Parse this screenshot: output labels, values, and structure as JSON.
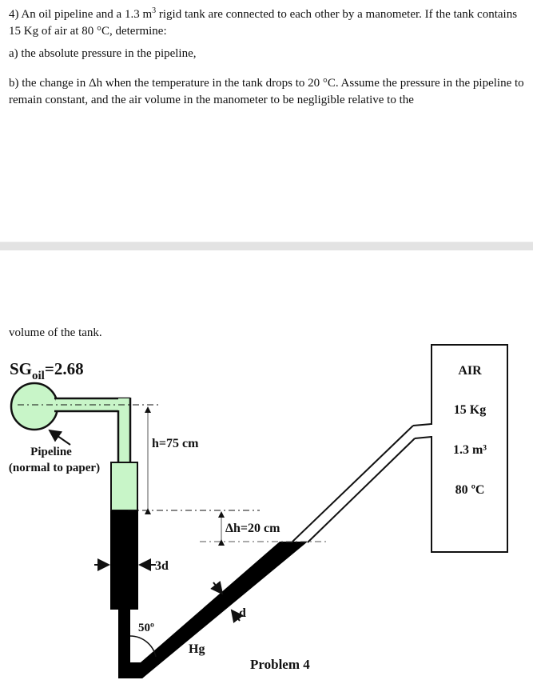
{
  "problem": {
    "intro_part1": "4) An oil pipeline and a 1.3 m",
    "intro_sup": "3",
    "intro_part2": " rigid tank are connected to each other by a manometer. If the tank contains 15 Kg of air at 80 °C, determine:",
    "part_a": "a) the absolute pressure in the pipeline,",
    "part_b": "b) the change in Δh when the temperature in the tank drops to 20 °C. Assume the pressure in the pipeline to remain constant, and the air volume in the manometer to be negligible relative to the",
    "continuation": "volume of the tank."
  },
  "diagram": {
    "sg_label": "SG",
    "sg_sub": "oil",
    "sg_value": "=2.68",
    "pipeline_label": "Pipeline",
    "pipeline_note": "(normal to paper)",
    "h_label": "h=75 cm",
    "dh_label": "Δh=20 cm",
    "width_3d_label": "3d",
    "width_d_label": "d",
    "angle_label": "50º",
    "fluid_label": "Hg",
    "caption": "Problem 4",
    "tank": {
      "title": "AIR",
      "mass": "15 Kg",
      "volume": "1.3 m³",
      "temperature": "80 ºC"
    },
    "colors": {
      "oil_fill": "#c8f5c8",
      "mercury": "#000000",
      "divider": "#e3e3e3"
    }
  }
}
